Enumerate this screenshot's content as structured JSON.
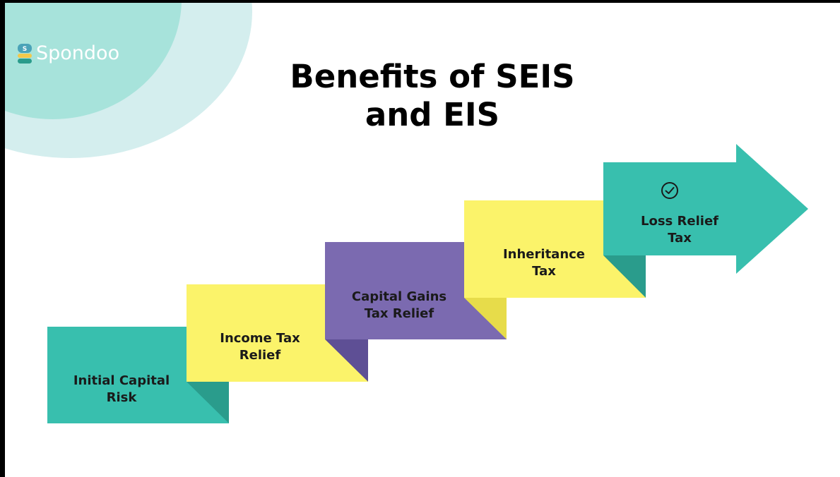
{
  "brand": {
    "logo_text": "Spondoo",
    "logo_glyph": "S"
  },
  "title": {
    "line1": "Benefits of SEIS",
    "line2": "and EIS"
  },
  "steps": [
    {
      "label_line1": "Initial Capital",
      "label_line2": "Risk",
      "color": "#38bfae"
    },
    {
      "label_line1": "Income Tax",
      "label_line2": "Relief",
      "color": "#fbf36a"
    },
    {
      "label_line1": "Capital Gains",
      "label_line2": "Tax Relief",
      "color": "#7b6ab0"
    },
    {
      "label_line1": "Inheritance",
      "label_line2": "Tax",
      "color": "#fbf36a"
    },
    {
      "label_line1": "Loss Relief",
      "label_line2": "Tax",
      "color": "#38bfae",
      "icon": "check-circle-icon"
    }
  ],
  "colors": {
    "teal": "#38bfae",
    "yellow": "#fbf36a",
    "purple": "#7b6ab0",
    "fold_teal": "#2a9c8c",
    "fold_yellow": "#e7dc4a",
    "fold_purple": "#5e4f95",
    "circle_light": "#d4eeee",
    "circle_mid": "#a7e3db",
    "logo_mark_top": "#4aa3b8",
    "logo_mark_bottom": "#f2c94c"
  }
}
